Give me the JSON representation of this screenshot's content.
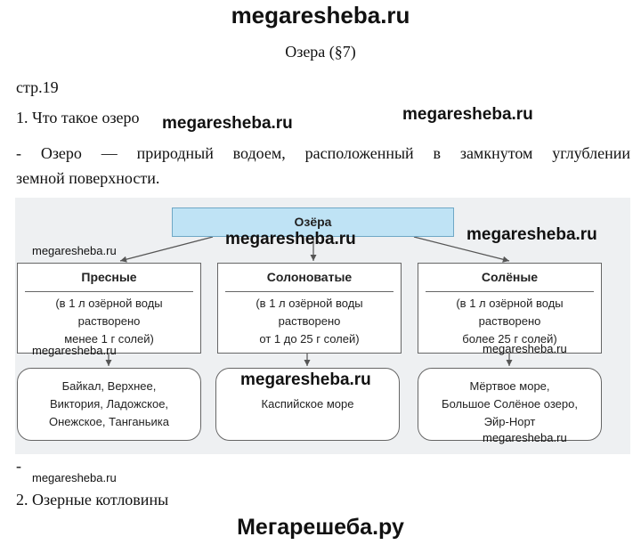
{
  "watermark_top": "megaresheba.ru",
  "page_title": "Озера (§7)",
  "page_ref": "стр.19",
  "question1": "1. Что такое озеро",
  "answer1_line1": "- Озеро — природный водоем, расположенный в замкнутом углублении",
  "answer1_line2": "земной поверхности.",
  "diagram": {
    "root": "Озёра",
    "categories": [
      {
        "title": "Пресные",
        "desc": [
          "(в 1 л озёрной воды",
          "растворено",
          "менее 1 г солей)"
        ],
        "examples": [
          "Байкал, Верхнее,",
          "Виктория, Ладожское,",
          "Онежское, Танганьика"
        ]
      },
      {
        "title": "Солоноватые",
        "desc": [
          "(в 1 л озёрной воды",
          "растворено",
          "от 1 до 25 г солей)"
        ],
        "examples": [
          "Каспийское море"
        ]
      },
      {
        "title": "Солёные",
        "desc": [
          "(в 1 л озёрной воды",
          "растворено",
          "более 25 г солей)"
        ],
        "examples": [
          "Мёртвое море,",
          "Большое Солёное озеро,",
          "Эйр-Норт"
        ]
      }
    ]
  },
  "dash": "-",
  "question2": "2. Озерные котловины",
  "watermark_bottom": "Мегарешеба.ру",
  "watermark": "megaresheba.ru"
}
